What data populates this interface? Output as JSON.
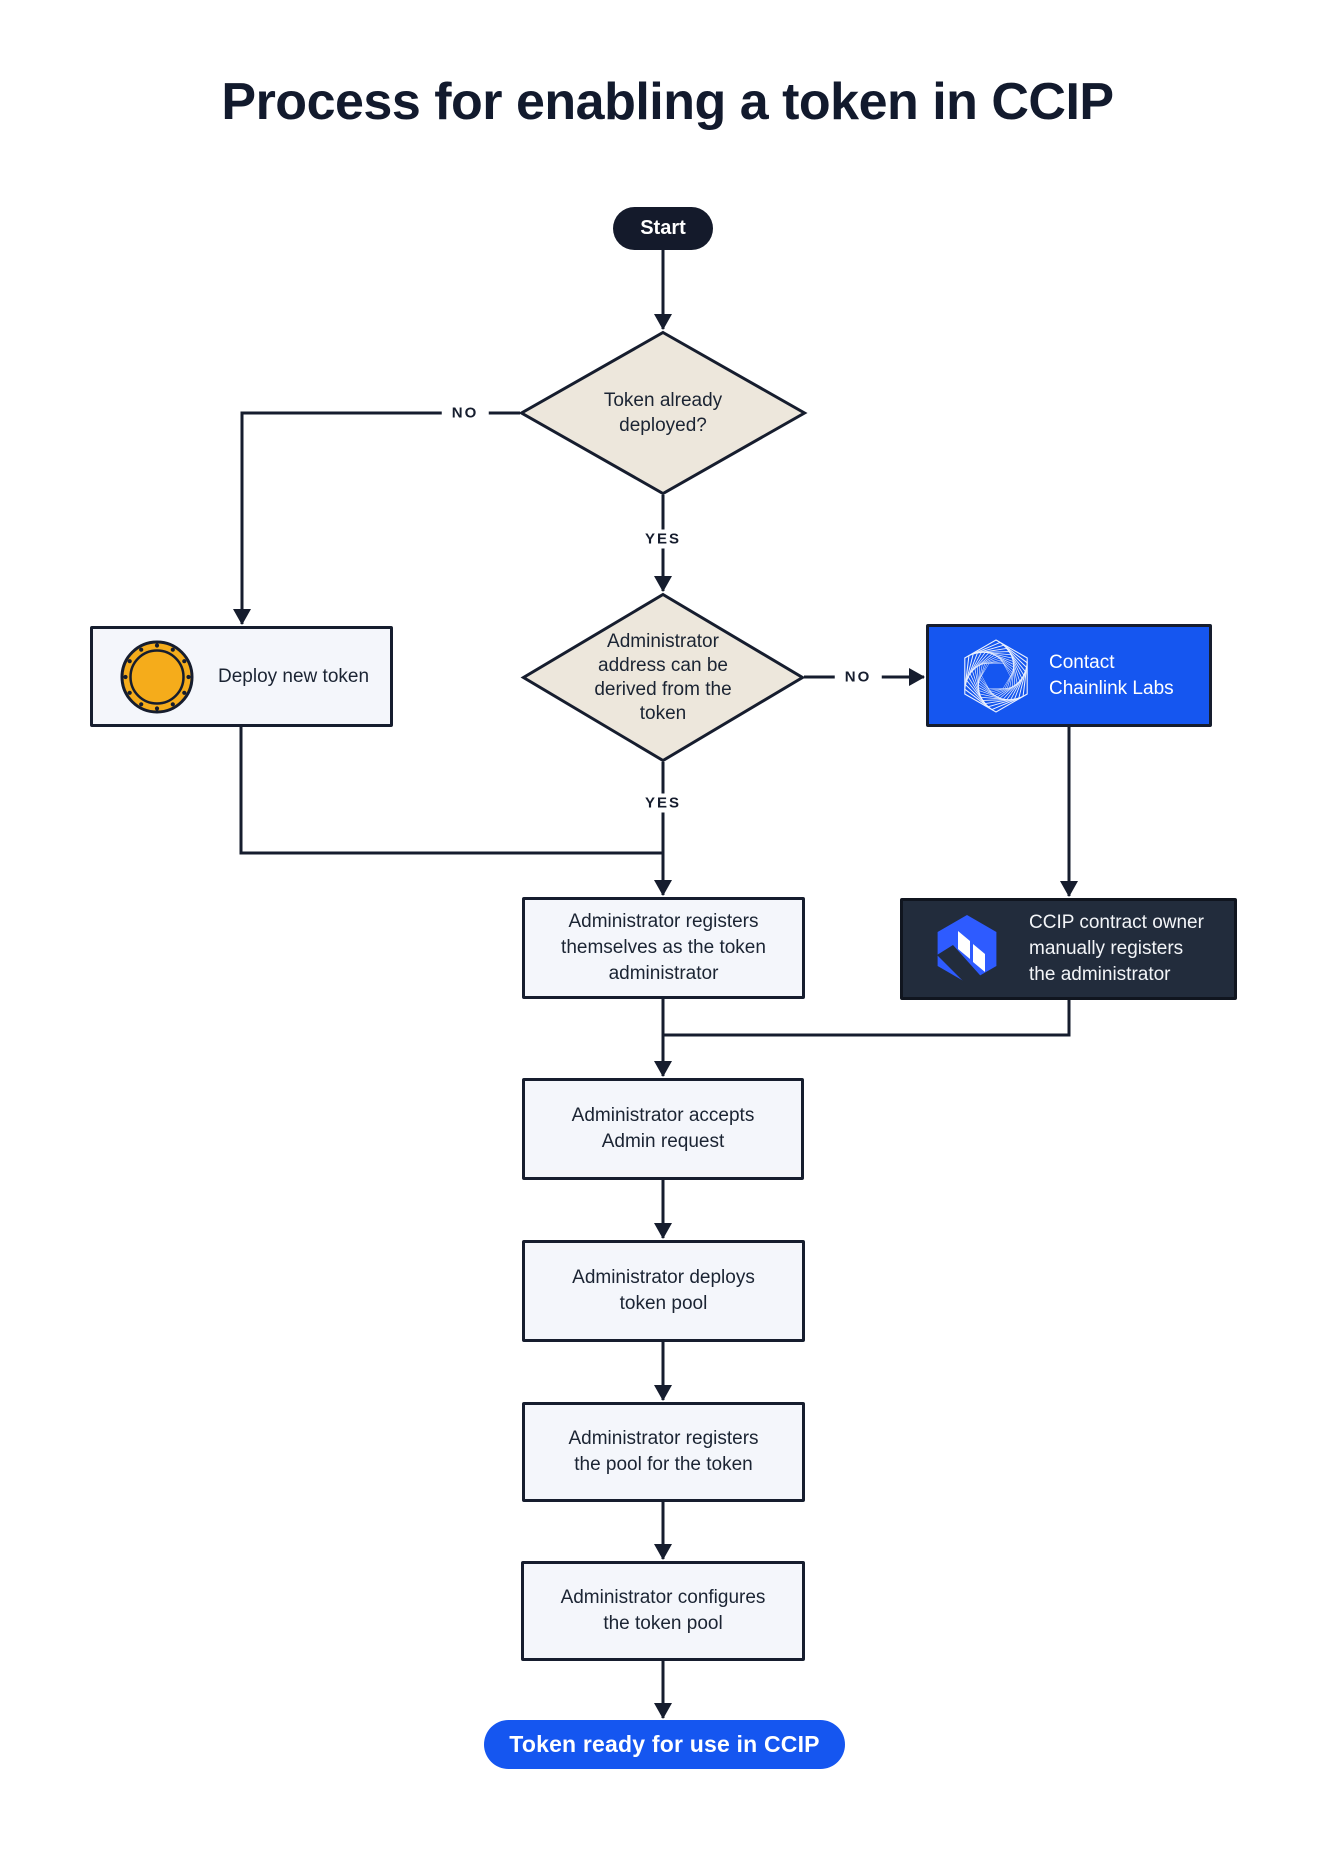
{
  "title": "Process for enabling a token in CCIP",
  "colors": {
    "ink": "#161D2E",
    "accent-blue": "#1556F0",
    "diamond-fill": "#EDE7DC",
    "box-fill": "#F4F6FB",
    "dark-box-fill": "#222C3C",
    "coin-gold": "#F5AC1B",
    "icon-blue": "#2E5BFF",
    "start-fill": "#141A2B"
  },
  "flow": {
    "start": {
      "label": "Start"
    },
    "decision_token_deployed": {
      "label": "Token already\ndeployed?"
    },
    "deploy_new_token": {
      "label": "Deploy new token",
      "icon": "coin-icon"
    },
    "decision_admin_derived": {
      "label": "Administrator\naddress can be\nderived from the\ntoken"
    },
    "contact_chainlink": {
      "label": "Contact\nChainlink Labs",
      "icon": "chainlink-labs-logo-icon"
    },
    "register_self": {
      "label": "Administrator registers\nthemselves as the token\nadministrator"
    },
    "ccip_owner_registers": {
      "label": "CCIP contract owner\nmanually registers\nthe administrator",
      "icon": "ccip-logo-icon"
    },
    "accept_request": {
      "label": "Administrator accepts\nAdmin request"
    },
    "deploy_pool": {
      "label": "Administrator deploys\ntoken pool"
    },
    "register_pool": {
      "label": "Administrator registers\nthe pool for the token"
    },
    "configure_pool": {
      "label": "Administrator configures\nthe token pool"
    },
    "ready": {
      "label": "Token ready for use in CCIP"
    },
    "edge_labels": {
      "no_deployed": "NO",
      "yes_deployed": "YES",
      "no_derived": "NO",
      "yes_derived": "YES"
    }
  }
}
